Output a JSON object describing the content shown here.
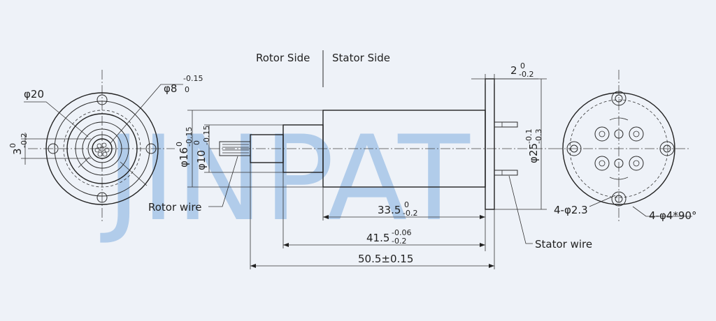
{
  "watermark": "JINPAT",
  "side_labels": {
    "rotor": "Rotor Side",
    "stator": "Stator Side"
  },
  "dimensions": {
    "outer_dia": "φ20",
    "bore_base": "φ8",
    "bore_upper": "-0.15",
    "bore_lower": "0",
    "key_base": "3",
    "key_upper": "0",
    "key_lower": "-0.2",
    "body16_base": "φ16",
    "body16_upper": "0",
    "body16_lower": "-0.15",
    "body10_base": "φ10",
    "body10_upper": "0",
    "body10_lower": "-0.15",
    "flange_thk_base": "2",
    "flange_thk_upper": "0",
    "flange_thk_lower": "-0.2",
    "flange_dia_base": "φ25",
    "flange_dia_upper": "-0.1",
    "flange_dia_lower": "-0.3",
    "len335_base": "33.5",
    "len335_upper": "0",
    "len335_lower": "-0.2",
    "len415_base": "41.5",
    "len415_upper": "-0.06",
    "len415_lower": "-0.2",
    "total_len": "50.5±0.15",
    "holes_small": "4-φ2.3",
    "holes_large": "4-φ4*90°"
  },
  "wire_labels": {
    "rotor": "Rotor wire",
    "stator": "Stator wire"
  },
  "colors": {
    "background": "#eef2f8",
    "line": "#2a2a2a",
    "watermark": "#9dc0e6"
  }
}
